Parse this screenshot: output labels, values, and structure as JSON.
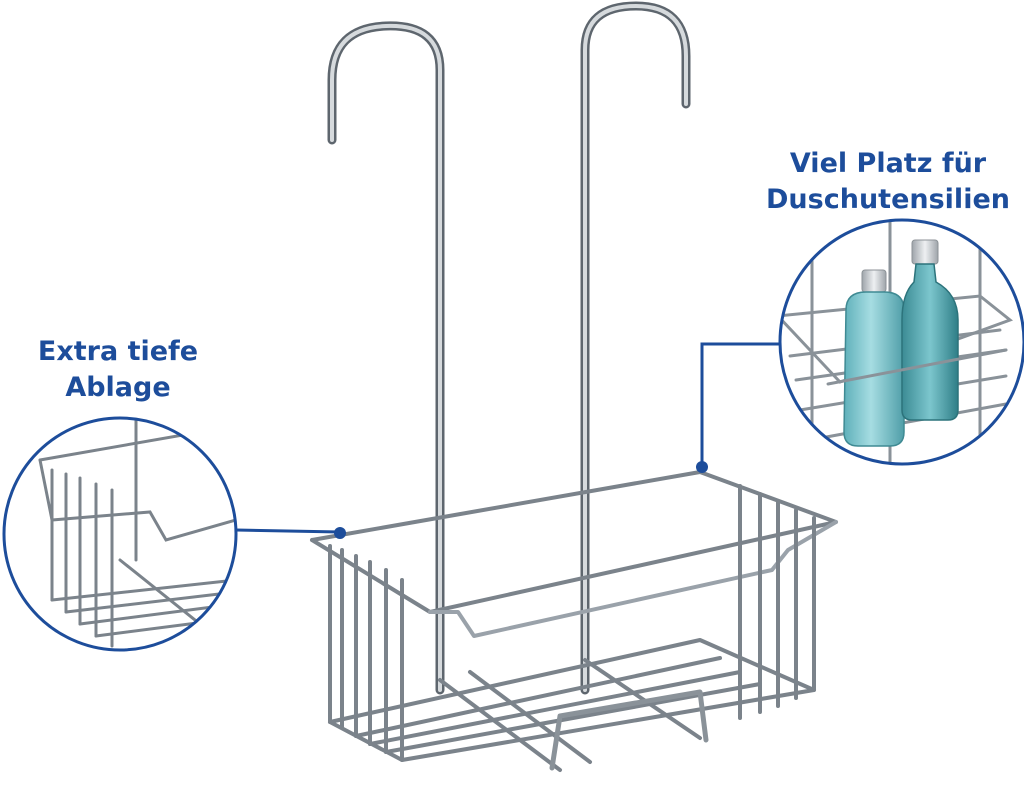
{
  "callouts": {
    "right": {
      "line1": "Viel Platz für",
      "line2": "Duschutensilien"
    },
    "left": {
      "line1": "Extra tiefe",
      "line2": "Ablage"
    }
  },
  "colors": {
    "accent": "#1d4d9b",
    "chrome": "#9aa2aa",
    "chrome_dark": "#5d6670",
    "bottle_blue": "#7fc4cc",
    "bottle_teal": "#4a9ea6",
    "cap_silver": "#c8ccd0"
  },
  "icons": {
    "product": "shower-caddy-basket",
    "bottles": "shower-bottles"
  }
}
